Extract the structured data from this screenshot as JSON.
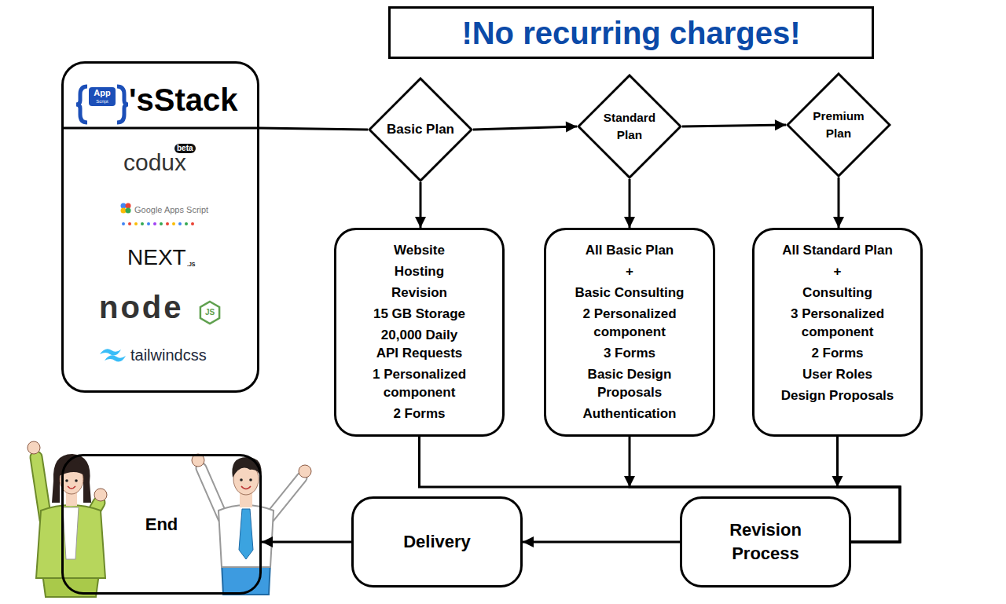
{
  "diagram": {
    "title": "!No recurring charges!",
    "nodes": [
      {
        "text": [
          "App",
          "Script",
          "'sStack",
          "codux",
          "beta",
          "Google Apps Script",
          "NEXT",
          ".JS",
          "node",
          "JS",
          "tailwindcss"
        ]
      },
      {
        "text": [
          "Basic Plan"
        ]
      },
      {
        "text": [
          "Standard Plan"
        ]
      },
      {
        "text": [
          "Premium Plan"
        ]
      },
      {
        "text": [
          "Website",
          "Hosting",
          "Revision",
          "15 GB Storage",
          "20,000 Daily API Requests",
          "1 Personalized component",
          "2 Forms"
        ]
      },
      {
        "text": [
          "All Basic Plan",
          "+",
          "Basic Consulting",
          "2 Personalized component",
          "3 Forms",
          "Basic Design Proposals",
          "Authentication"
        ]
      },
      {
        "text": [
          "All Standard Plan",
          "+",
          "Consulting",
          "3 Personalized component",
          "2 Forms",
          "User Roles",
          "Design Proposals"
        ]
      },
      {
        "text": [
          "End"
        ]
      },
      {
        "text": [
          "Delivery"
        ]
      },
      {
        "text": [
          "Revision Process"
        ]
      }
    ],
    "edges": [
      {
        "from": 0,
        "to": 1,
        "arrow": "none"
      },
      {
        "from": 1,
        "to": 2,
        "arrow": "to"
      },
      {
        "from": 2,
        "to": 3,
        "arrow": "to"
      },
      {
        "from": 1,
        "to": 4,
        "arrow": "to"
      },
      {
        "from": 2,
        "to": 5,
        "arrow": "to"
      },
      {
        "from": 3,
        "to": 6,
        "arrow": "to"
      },
      {
        "from": 4,
        "to": 9,
        "arrow": "none"
      },
      {
        "from": 5,
        "to": 9,
        "arrow": "to"
      },
      {
        "from": 6,
        "to": 9,
        "arrow": "to"
      },
      {
        "from": 9,
        "to": 8,
        "arrow": "to"
      },
      {
        "from": 8,
        "to": 7,
        "arrow": "to"
      }
    ]
  }
}
